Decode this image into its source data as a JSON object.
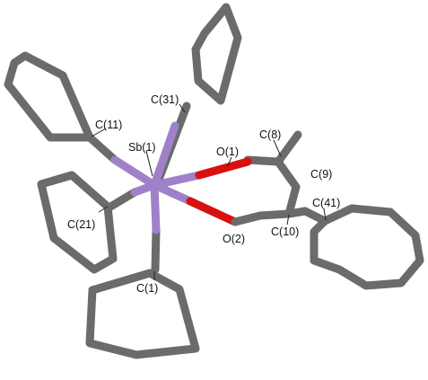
{
  "labels": {
    "c31": "C(31)",
    "c11": "C(11)",
    "sb1": "Sb(1)",
    "o1": "O(1)",
    "c8": "C(8)",
    "c9": "C(9)",
    "c41": "C(41)",
    "c10": "C(10)",
    "o2": "O(2)",
    "c21": "C(21)",
    "c1": "C(1)"
  },
  "colors": {
    "carbon": "#6b6b6b",
    "antimony": "#a080c8",
    "oxygen": "#d81010",
    "background": "#ffffff"
  }
}
